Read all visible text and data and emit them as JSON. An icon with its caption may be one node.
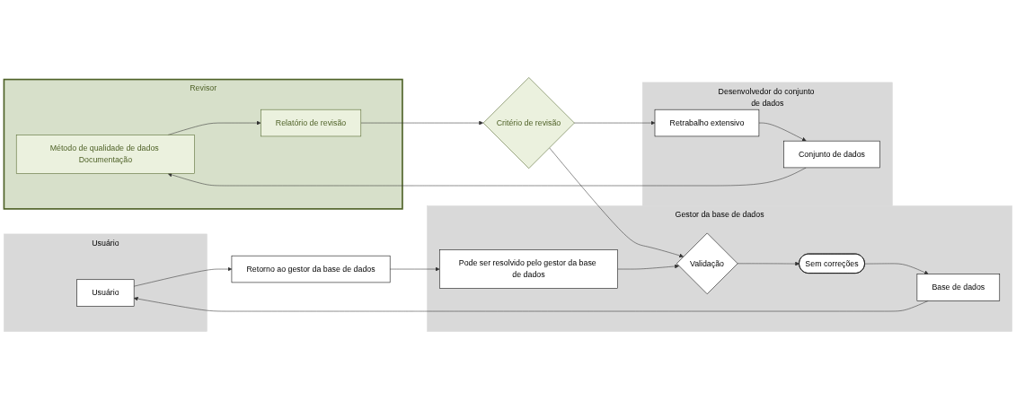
{
  "diagram": {
    "nodes": [
      {
        "text": [
          "Usuário"
        ]
      },
      {
        "text": [
          "Gestor da base de dados"
        ]
      },
      {
        "text": [
          "Revisor"
        ]
      },
      {
        "text": [
          "Desenvolvedor do conjunto de dados"
        ]
      },
      {
        "text": [
          "Usuário"
        ],
        "in": 0
      },
      {
        "text": [
          "Retorno ao gestor da base de dados"
        ]
      },
      {
        "text": [
          "Base de dados"
        ],
        "in": 1
      },
      {
        "text": [
          "Sem correções"
        ],
        "in": 1
      },
      {
        "text": [
          "Validação"
        ],
        "in": 1
      },
      {
        "text": [
          "Pode ser resolvido pelo gestor da base de dados"
        ],
        "in": 1
      },
      {
        "text": [
          "Método de qualidade de dados Documentação"
        ],
        "in": 2
      },
      {
        "text": [
          "Relatório de revisão"
        ],
        "in": 2
      },
      {
        "text": [
          "Critério de revisão"
        ]
      },
      {
        "text": [
          "Conjunto de dados"
        ],
        "in": 3
      },
      {
        "text": [
          "Retrabalho extensivo"
        ],
        "in": 3
      }
    ],
    "edges": [
      {
        "from": 6,
        "to": 4,
        "arrow": "to"
      },
      {
        "from": 7,
        "to": 6,
        "arrow": "to"
      },
      {
        "from": 8,
        "to": 7,
        "arrow": "to"
      },
      {
        "from": 4,
        "to": 5,
        "arrow": "to"
      },
      {
        "from": 5,
        "to": 9,
        "arrow": "to"
      },
      {
        "from": 9,
        "to": 8,
        "arrow": "to"
      },
      {
        "from": 12,
        "to": 8,
        "arrow": "to"
      },
      {
        "from": 10,
        "to": 11,
        "arrow": "to"
      },
      {
        "from": 11,
        "to": 12,
        "arrow": "to"
      },
      {
        "from": 12,
        "to": 14,
        "arrow": "to"
      },
      {
        "from": 14,
        "to": 13,
        "arrow": "to"
      },
      {
        "from": 13,
        "to": 10,
        "arrow": "to"
      }
    ]
  }
}
